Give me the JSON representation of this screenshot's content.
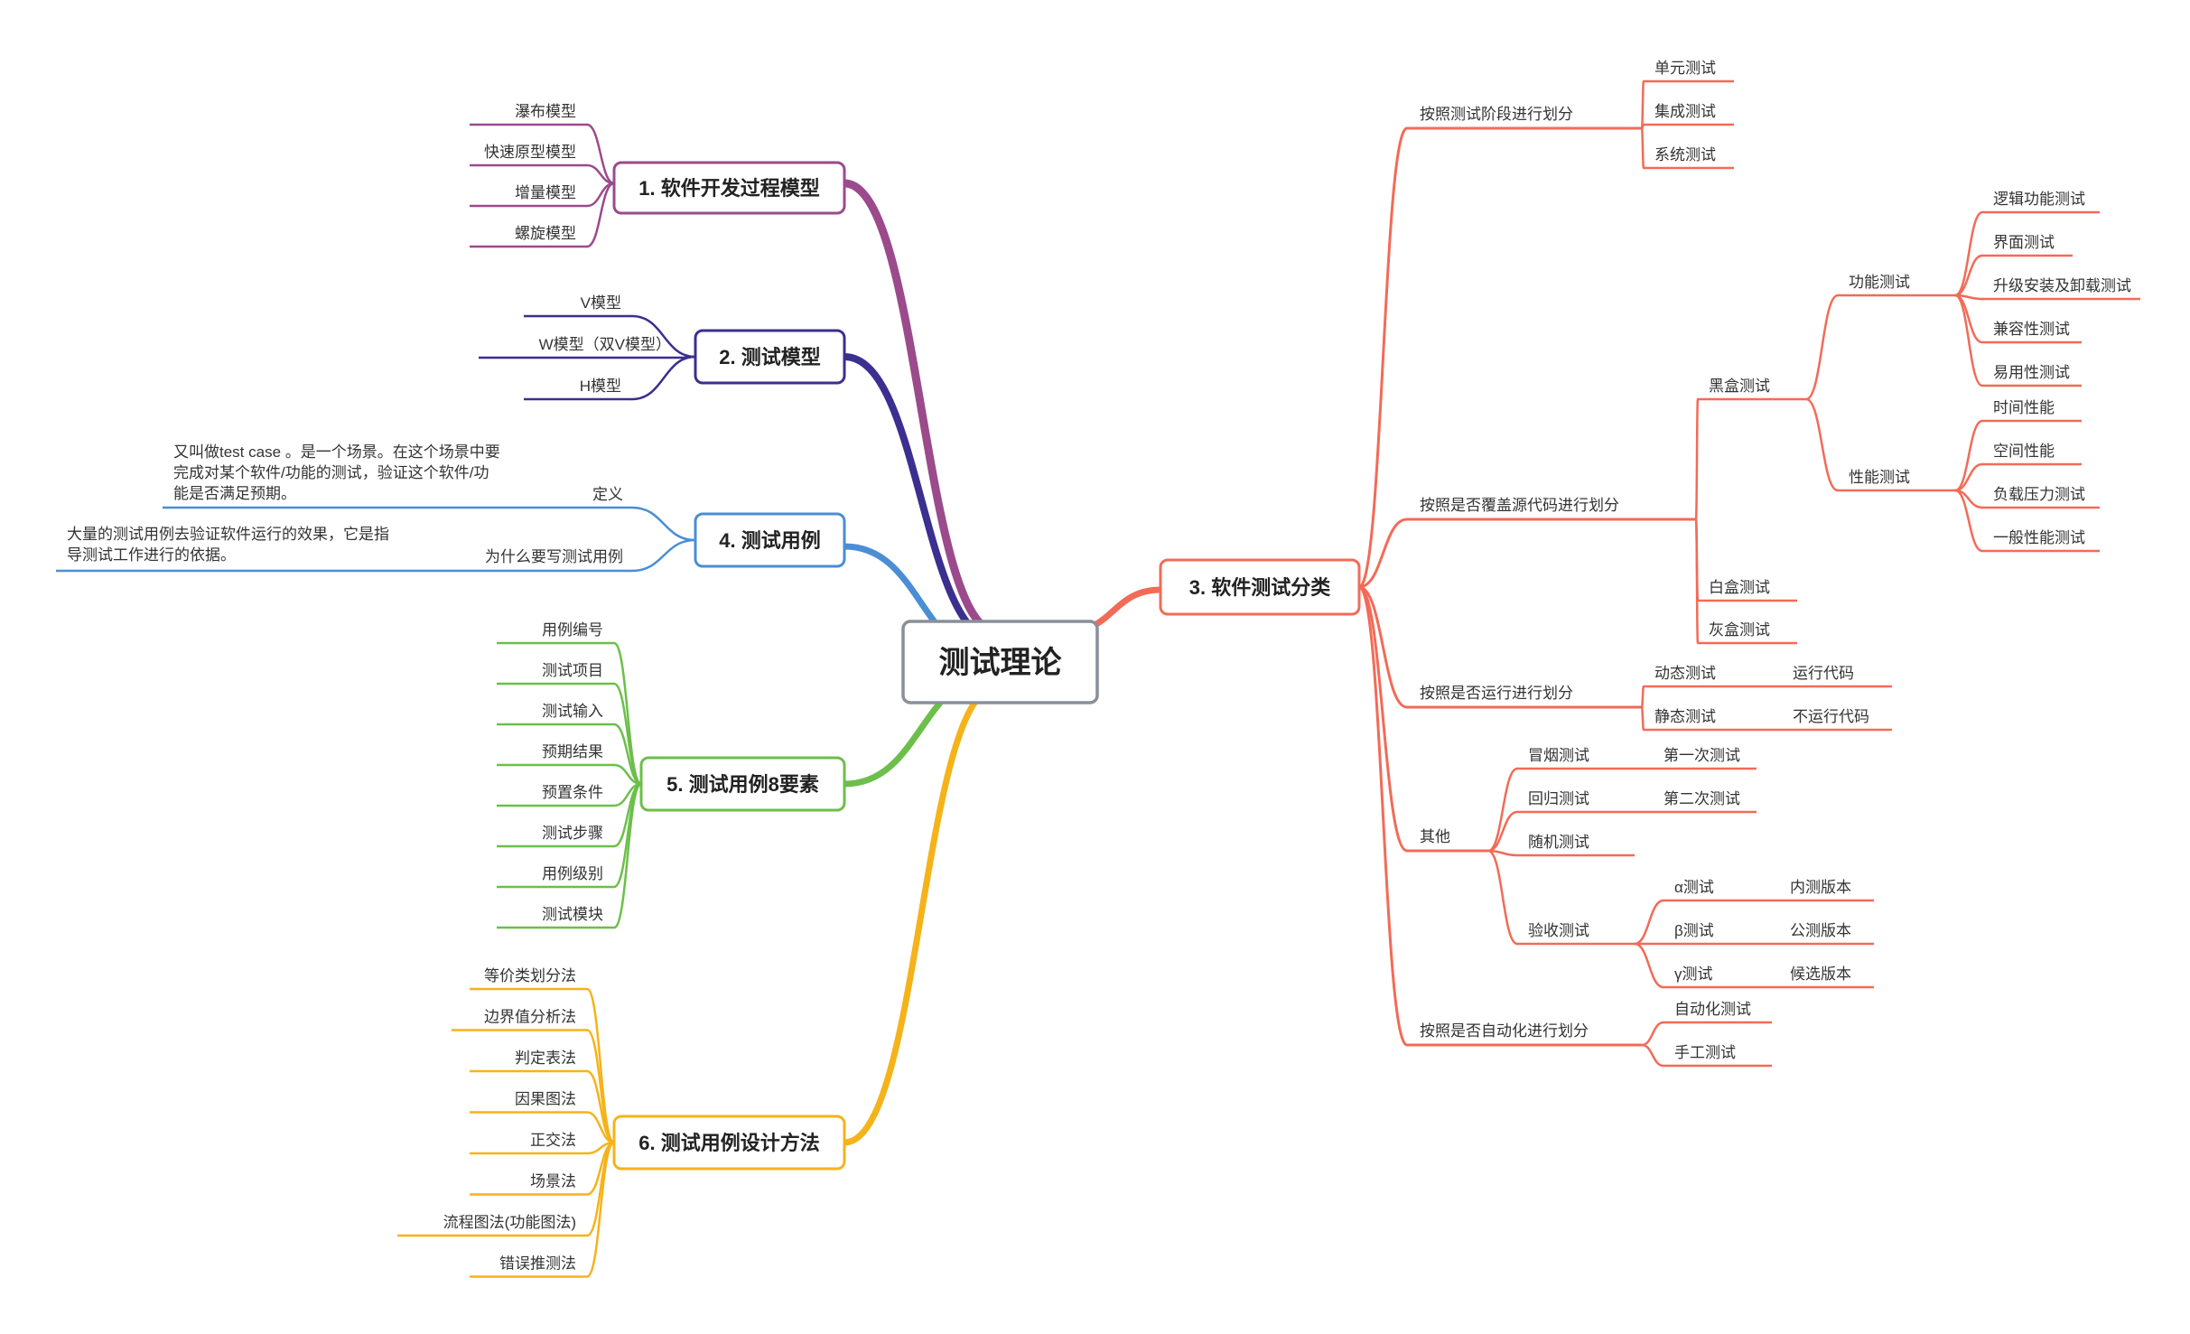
{
  "root": {
    "label": "测试理论",
    "color": "#8a8f99"
  },
  "branches": [
    {
      "key": "b1",
      "label": "1. 软件开发过程模型",
      "color": "#9b4a8c",
      "items": [
        "瀑布模型",
        "快速原型模型",
        "增量模型",
        "螺旋模型"
      ]
    },
    {
      "key": "b2",
      "label": "2. 测试模型",
      "color": "#3b2f8f",
      "items": [
        "V模型",
        "W模型（双V模型）",
        "H模型"
      ]
    },
    {
      "key": "b4",
      "label": "4. 测试用例",
      "color": "#4a8ed4",
      "items": [
        {
          "label": "定义",
          "desc": [
            "又叫做test case 。是一个场景。在这个场景中要",
            "完成对某个软件/功能的测试，验证这个软件/功",
            "能是否满足预期。"
          ]
        },
        {
          "label": "为什么要写测试用例",
          "desc": [
            "大量的测试用例去验证软件运行的效果，它是指",
            "导测试工作进行的依据。"
          ]
        }
      ]
    },
    {
      "key": "b5",
      "label": "5. 测试用例8要素",
      "color": "#6cbf4a",
      "items": [
        "用例编号",
        "测试项目",
        "测试输入",
        "预期结果",
        "预置条件",
        "测试步骤",
        "用例级别",
        "测试模块"
      ]
    },
    {
      "key": "b6",
      "label": "6. 测试用例设计方法",
      "color": "#f5b31a",
      "items": [
        "等价类划分法",
        "边界值分析法",
        "判定表法",
        "因果图法",
        "正交法",
        "场景法",
        "流程图法(功能图法)",
        "错误推测法"
      ]
    },
    {
      "key": "b3",
      "label": "3. 软件测试分类",
      "color": "#f26b57",
      "groups": [
        {
          "label": "按照测试阶段进行划分",
          "children": [
            "单元测试",
            "集成测试",
            "系统测试"
          ]
        },
        {
          "label": "按照是否覆盖源代码进行划分",
          "black": {
            "label": "黑盒测试",
            "func": {
              "label": "功能测试",
              "items": [
                "逻辑功能测试",
                "界面测试",
                "升级安装及卸载测试",
                "兼容性测试",
                "易用性测试"
              ]
            },
            "perf": {
              "label": "性能测试",
              "items": [
                "时间性能",
                "空间性能",
                "负载压力测试",
                "一般性能测试"
              ]
            }
          },
          "white": "白盒测试",
          "gray": "灰盒测试"
        },
        {
          "label": "按照是否运行进行划分",
          "children": [
            {
              "label": "动态测试",
              "note": "运行代码"
            },
            {
              "label": "静态测试",
              "note": "不运行代码"
            }
          ]
        },
        {
          "label": "其他",
          "children": [
            {
              "label": "冒烟测试",
              "note": "第一次测试"
            },
            {
              "label": "回归测试",
              "note": "第二次测试"
            },
            {
              "label": "随机测试"
            }
          ],
          "accept": {
            "label": "验收测试",
            "children": [
              {
                "label": "α测试",
                "note": "内测版本"
              },
              {
                "label": "β测试",
                "note": "公测版本"
              },
              {
                "label": "γ测试",
                "note": "候选版本"
              }
            ]
          }
        },
        {
          "label": "按照是否自动化进行划分",
          "children": [
            "自动化测试",
            "手工测试"
          ]
        }
      ]
    }
  ]
}
